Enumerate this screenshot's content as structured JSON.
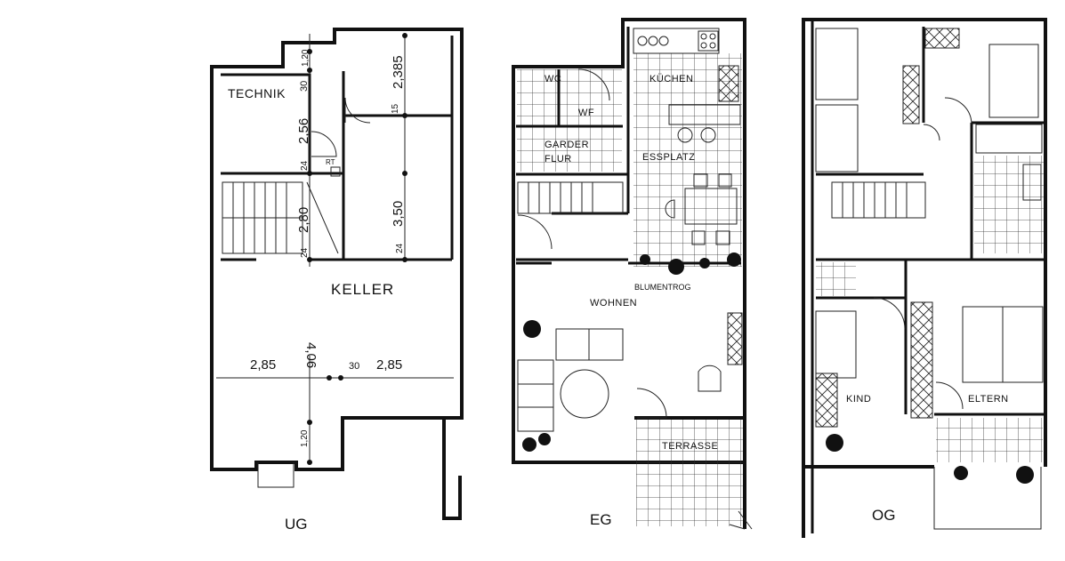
{
  "floors": [
    {
      "id": "ug",
      "label": "UG"
    },
    {
      "id": "eg",
      "label": "EG"
    },
    {
      "id": "og",
      "label": "OG"
    }
  ],
  "ug": {
    "rooms": {
      "technik": "TECHNIK",
      "keller": "KELLER"
    },
    "dims": {
      "d120": "1,20",
      "d30": "30",
      "d2385": "2,385",
      "d15": "15",
      "d256": "2,56",
      "d24a": "24",
      "rt": "RT",
      "d350": "3,50",
      "d280": "2,80",
      "d24b": "24",
      "d24c": "24",
      "d406": "4,06",
      "d285a": "2,85",
      "d30b": "30",
      "d285b": "2,85",
      "d120b": "1,20"
    }
  },
  "eg": {
    "rooms": {
      "wc": "WC",
      "wf": "WF",
      "kuechen": "KÜCHEN",
      "garder": "GARDER",
      "flur": "FLUR",
      "essplatz": "ESSPLATZ",
      "blumentrog": "BLUMENTROG",
      "wohnen": "WOHNEN",
      "terrasse": "TERRASSE"
    }
  },
  "og": {
    "rooms": {
      "kind": "KIND",
      "eltern": "ELTERN"
    }
  }
}
